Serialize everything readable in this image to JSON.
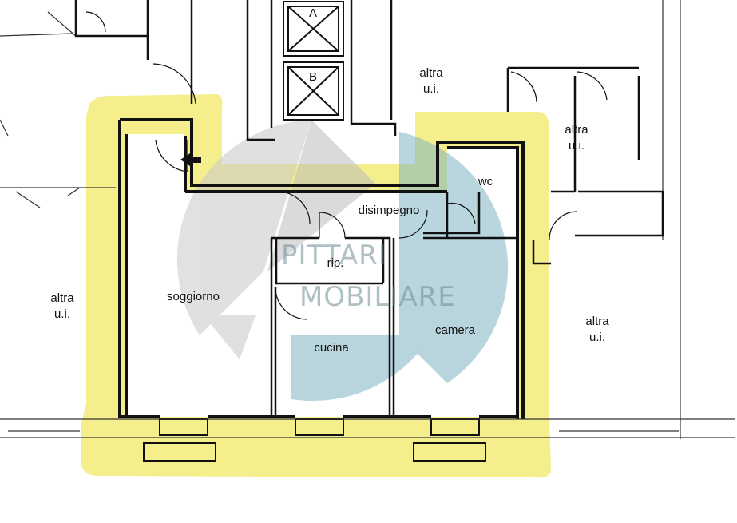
{
  "rooms": {
    "soggiorno": "soggiorno",
    "cucina": "cucina",
    "camera": "camera",
    "disimpegno": "disimpegno",
    "rip": "rip.",
    "wc": "wc"
  },
  "neighbors": {
    "left": [
      "altra",
      "u.i."
    ],
    "top_center": [
      "altra",
      "u.i."
    ],
    "top_right": [
      "altra",
      "u.i."
    ],
    "right": [
      "altra",
      "u.i."
    ]
  },
  "lifts": {
    "a": "A",
    "b": "B"
  },
  "watermark": {
    "line1": "PITTARI",
    "line2": "MOBILIARE"
  },
  "colors": {
    "highlight": "#f4ef8c",
    "wall": "#111111",
    "watermark_gray": "#c8c8c8",
    "watermark_teal": "#7fb3c2"
  }
}
